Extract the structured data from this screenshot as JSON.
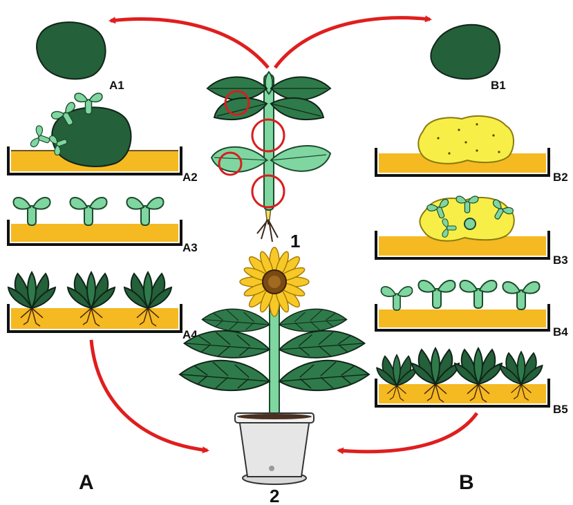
{
  "figure": {
    "plant_label": "1",
    "pot_label": "2",
    "pathway_a": {
      "label": "A",
      "stages": [
        "A1",
        "A2",
        "A3",
        "A4"
      ]
    },
    "pathway_b": {
      "label": "B",
      "stages": [
        "B1",
        "B2",
        "B3",
        "B4",
        "B5"
      ]
    },
    "colors": {
      "leaf_dark": "#24603a",
      "leaf_light": "#7fd6a0",
      "medium": "#f5b922",
      "callus": "#f7ef48",
      "arrow": "#e01e1e",
      "circle": "#d81e1e",
      "petal": "#f7c928",
      "pot": "#e6e6e6"
    }
  }
}
